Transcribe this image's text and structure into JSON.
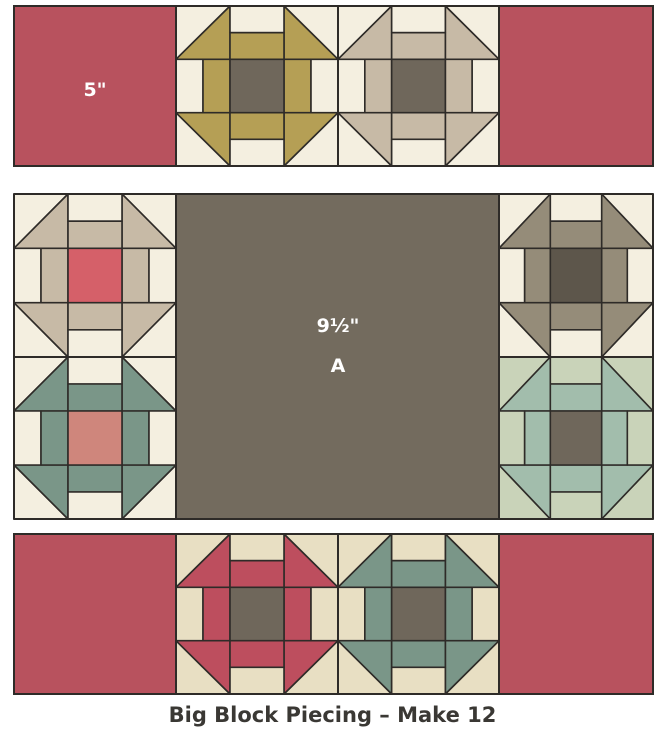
{
  "caption": "Big Block Piecing – Make 12",
  "labels": {
    "five_inch": "5\"",
    "nine_half": "9½\"",
    "letter_a": "A"
  },
  "colors": {
    "background_square_red": "#b8525e",
    "center_square_taupe": "#736b5e",
    "cream": "#f4efe0",
    "outline": "#2e2b28",
    "label_text": "#ffffff"
  },
  "blocks": {
    "top_left": {
      "bg": "#f4efe0",
      "frame": "#b59f55",
      "center": "#6f675b"
    },
    "top_right": {
      "bg": "#f4efe0",
      "frame": "#c7baa6",
      "center": "#6f675b"
    },
    "left_top": {
      "bg": "#f4efe0",
      "frame": "#c7baa6",
      "center": "#d56069"
    },
    "left_bottom": {
      "bg": "#f4efe0",
      "frame": "#7a9688",
      "center": "#cf867c"
    },
    "right_top": {
      "bg": "#f4efe0",
      "frame": "#958c79",
      "center": "#5d564b"
    },
    "right_bottom": {
      "bg": "#c9d3b9",
      "frame": "#a2bdac",
      "center": "#6f675b"
    },
    "bottom_left": {
      "bg": "#e8dfc3",
      "frame": "#bd4e5e",
      "center": "#6f675b"
    },
    "bottom_right": {
      "bg": "#e8dfc3",
      "frame": "#7a9688",
      "center": "#6f675b"
    }
  }
}
